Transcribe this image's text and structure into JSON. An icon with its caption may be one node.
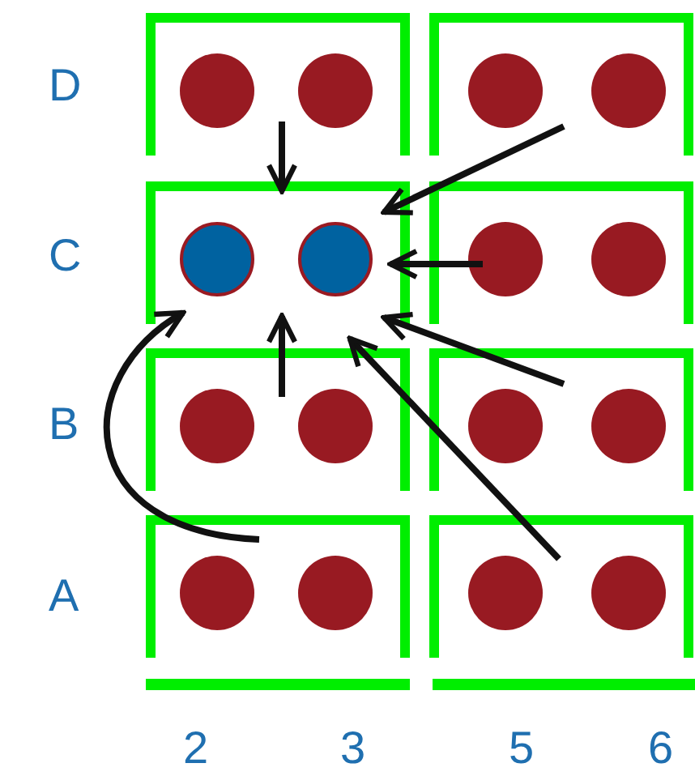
{
  "diagram": {
    "nodes": [
      {
        "text": [],
        "shape": "box"
      },
      {
        "text": [],
        "shape": "circle",
        "in": 0
      },
      {
        "text": [],
        "shape": "circle",
        "in": 0
      },
      {
        "text": [],
        "shape": "box"
      },
      {
        "text": [],
        "shape": "circle",
        "in": 3
      },
      {
        "text": [],
        "shape": "circle",
        "in": 3
      },
      {
        "text": [],
        "shape": "box"
      },
      {
        "text": [],
        "shape": "circle",
        "in": 6
      },
      {
        "text": [],
        "shape": "circle",
        "in": 6
      },
      {
        "text": [],
        "shape": "box"
      },
      {
        "text": [],
        "shape": "circle",
        "in": 9
      },
      {
        "text": [],
        "shape": "circle",
        "in": 9
      },
      {
        "text": [],
        "shape": "box"
      },
      {
        "text": [],
        "shape": "circle",
        "in": 12
      },
      {
        "text": [],
        "shape": "circle",
        "in": 12
      },
      {
        "text": [],
        "shape": "box"
      },
      {
        "text": [],
        "shape": "circle",
        "in": 15
      },
      {
        "text": [],
        "shape": "circle",
        "in": 15
      },
      {
        "text": [],
        "shape": "box"
      },
      {
        "text": [],
        "shape": "circle",
        "in": 18
      },
      {
        "text": [],
        "shape": "circle",
        "in": 18
      },
      {
        "text": [],
        "shape": "box"
      },
      {
        "text": [],
        "shape": "circle",
        "in": 21
      },
      {
        "text": [],
        "shape": "circle",
        "in": 21
      }
    ],
    "edges": [
      {
        "from": 2,
        "to": 6,
        "arrow": "to"
      },
      {
        "from": 4,
        "to": 8,
        "arrow": "to"
      },
      {
        "from": 10,
        "to": 8,
        "arrow": "to"
      },
      {
        "from": 16,
        "to": 8,
        "arrow": "to"
      },
      {
        "from": 22,
        "to": 8,
        "arrow": "to"
      },
      {
        "from": 14,
        "to": 6,
        "arrow": "to"
      },
      {
        "from": 19,
        "to": 7,
        "arrow": "to"
      }
    ],
    "labels": [
      "D",
      "C",
      "B",
      "A",
      "2",
      "3",
      "5",
      "6"
    ]
  }
}
